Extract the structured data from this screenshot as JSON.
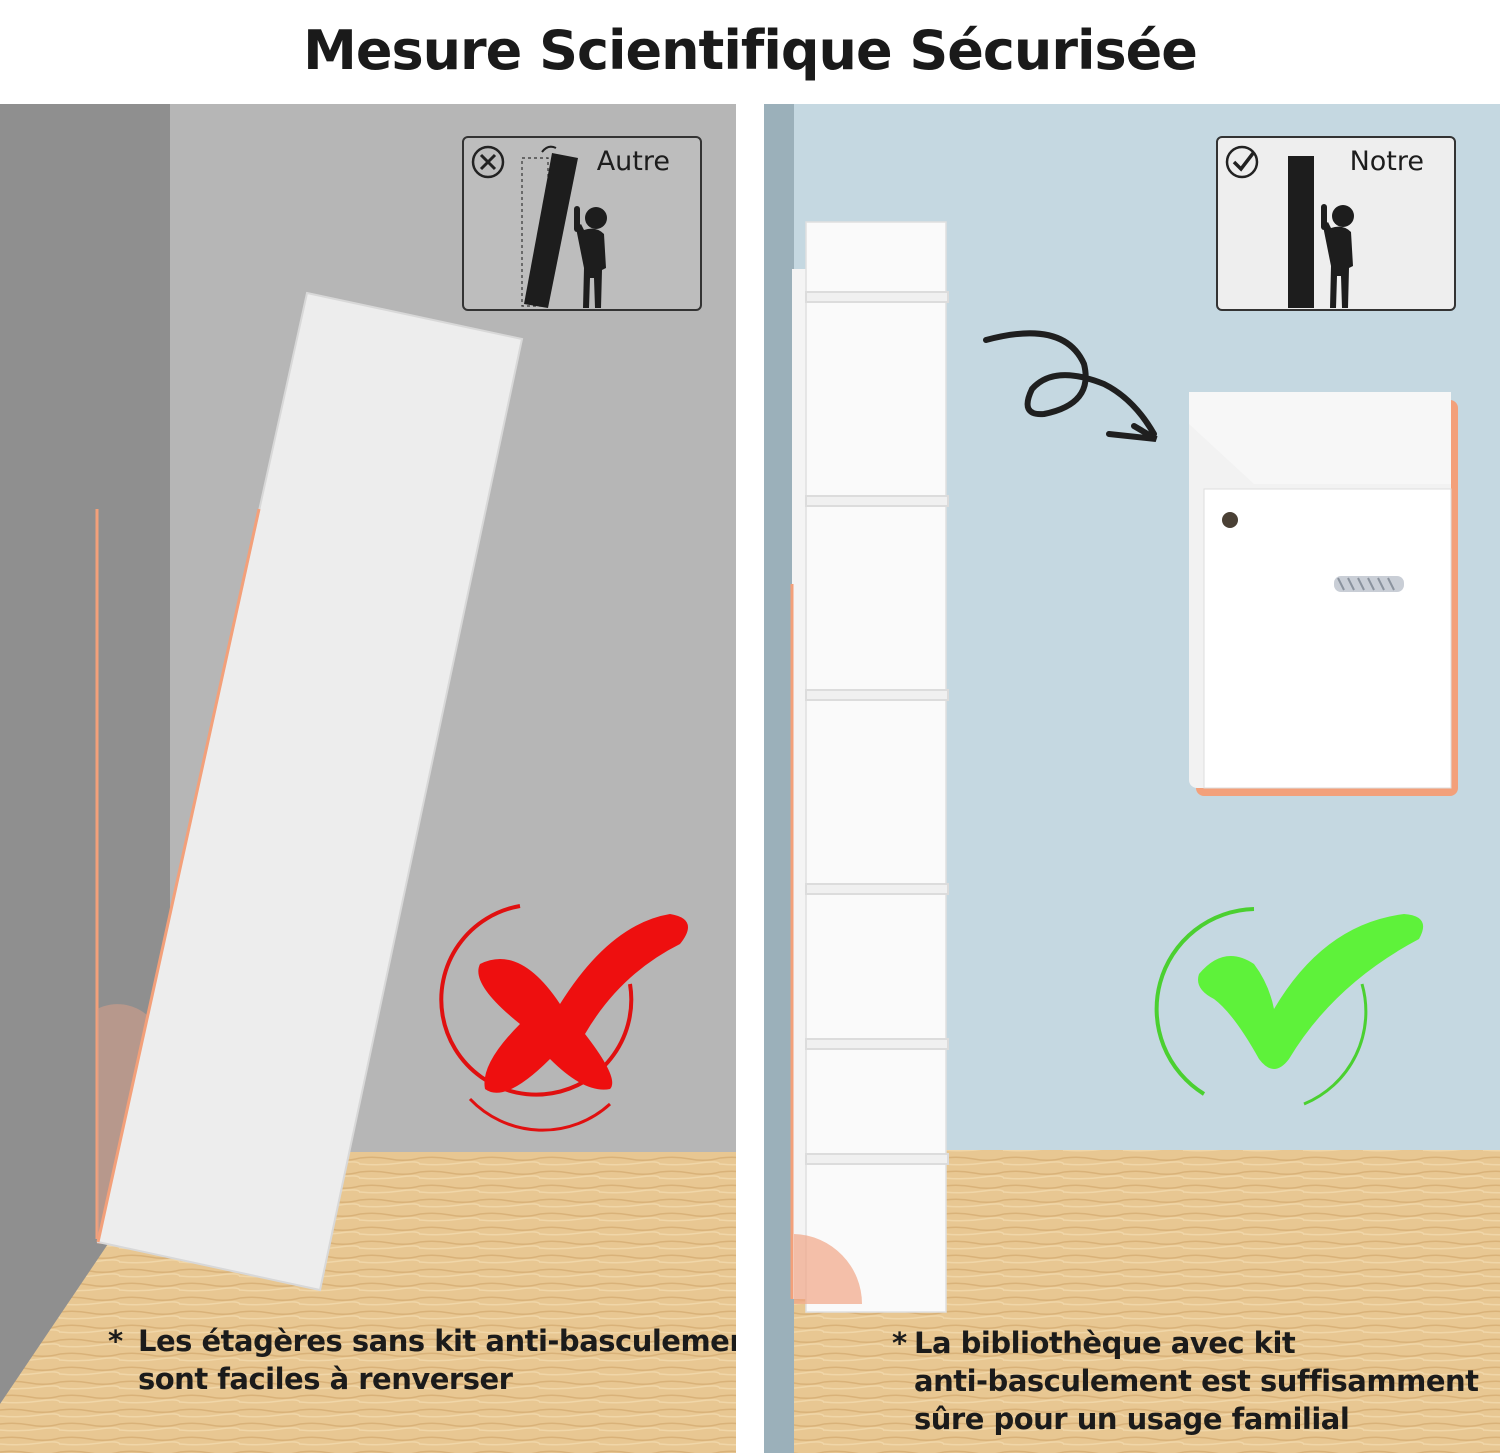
{
  "header": {
    "title": "Mesure Scientifique Sécurisée"
  },
  "left_panel": {
    "inset_label": "Autre",
    "inset_icon": "x-circle-icon",
    "verdict_icon": "red-cross-icon",
    "verdict_color": "#ee0f0f",
    "caption_star": "*",
    "caption_line1": "Les étagères sans kit anti-basculement",
    "caption_line2": "sont faciles à renverser"
  },
  "right_panel": {
    "inset_label": "Notre",
    "inset_icon": "check-circle-icon",
    "verdict_icon": "green-check-icon",
    "verdict_color": "#5ef23a",
    "caption_star": "*",
    "caption_line1": "La bibliothèque avec kit",
    "caption_line2": "anti-basculement est suffisamment",
    "caption_line3": "sûre pour un usage familial"
  },
  "colors": {
    "accent_orange": "#f3a07a",
    "left_wall": "#b5b5b5",
    "right_wall": "#c4d7e0",
    "floor": "#e6c48f"
  }
}
